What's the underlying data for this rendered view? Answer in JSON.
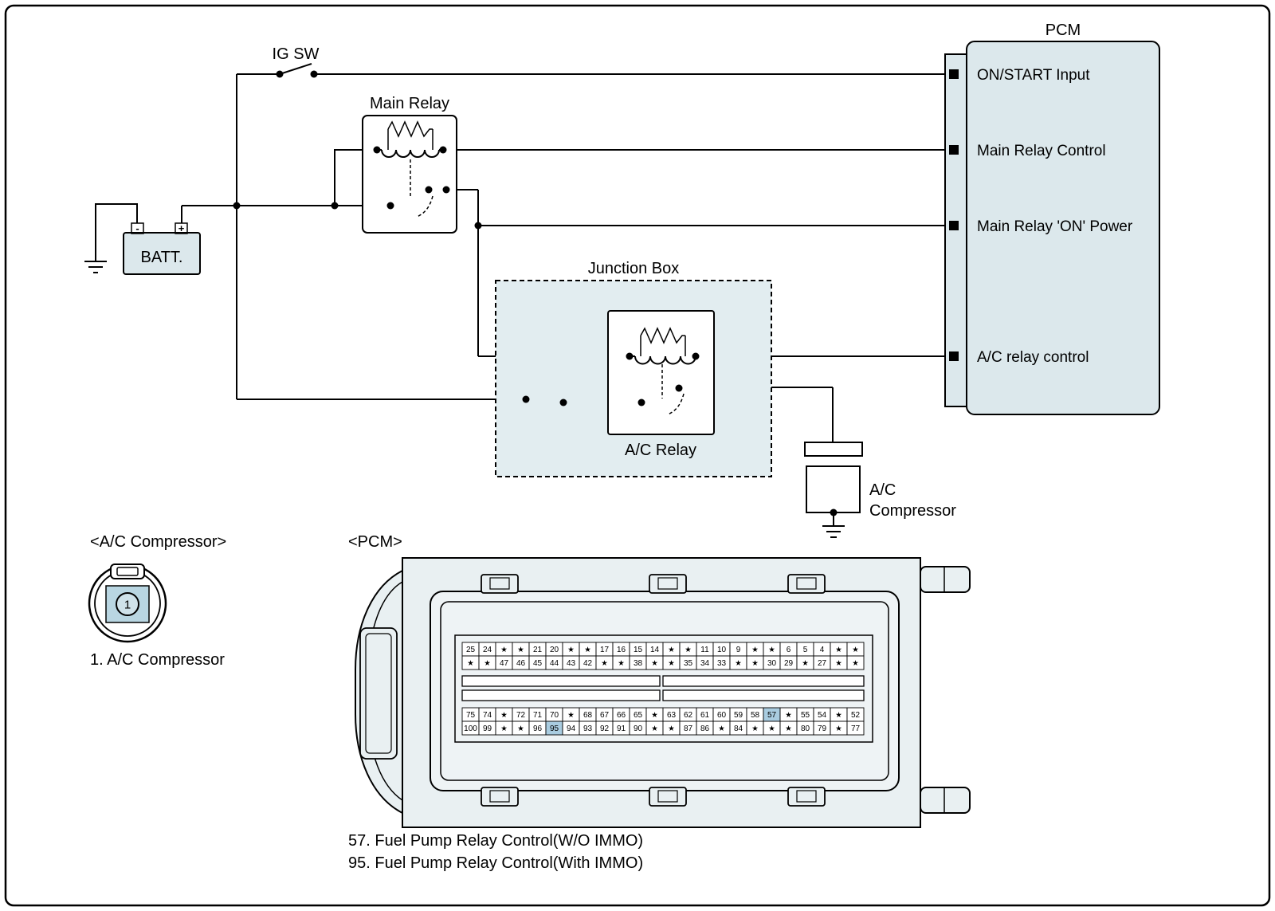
{
  "colors": {
    "box_fill": "#dce8ec",
    "junction_fill": "#e2edf0",
    "connector_fill": "#e9f0f2",
    "housing_fill": "#eef3f5",
    "pin_highlight": "#a9cce0",
    "ac_square": "#b9d6e2",
    "ac_pin_circle": "#cfe2ea",
    "line": "#000000"
  },
  "diagram": {
    "ig_sw_label": "IG SW",
    "main_relay_label": "Main Relay",
    "pcm_label": "PCM",
    "junction_box_label": "Junction Box",
    "ac_relay_label": "A/C Relay",
    "battery_label": "BATT.",
    "battery_minus": "-",
    "battery_plus": "+",
    "ac_compressor_label_line1": "A/C",
    "ac_compressor_label_line2": "Compressor",
    "pcm_pins": [
      {
        "label": "ON/START Input"
      },
      {
        "label": "Main Relay Control"
      },
      {
        "label": "Main Relay 'ON' Power"
      },
      {
        "label": "A/C relay control"
      }
    ]
  },
  "bottom": {
    "ac_connector_header": "<A/C Compressor>",
    "ac_connector_pin": "1",
    "ac_connector_caption": "1. A/C Compressor",
    "pcm_connector_header": "<PCM>",
    "captions": [
      "57. Fuel Pump Relay Control(W/O IMMO)",
      "95. Fuel Pump Relay Control(With IMMO)"
    ]
  },
  "pcm_connector": {
    "rows": {
      "row1": [
        "25",
        "24",
        "★",
        "★",
        "21",
        "20",
        "★",
        "★",
        "17",
        "16",
        "15",
        "14",
        "★",
        "★",
        "11",
        "10",
        "9",
        "★",
        "★",
        "6",
        "5",
        "4",
        "★",
        "★"
      ],
      "row2": [
        "★",
        "★",
        "47",
        "46",
        "45",
        "44",
        "43",
        "42",
        "★",
        "★",
        "38",
        "★",
        "★",
        "35",
        "34",
        "33",
        "★",
        "★",
        "30",
        "29",
        "★",
        "27",
        "★",
        "★"
      ],
      "row3": [
        "75",
        "74",
        "★",
        "72",
        "71",
        "70",
        "★",
        "68",
        "67",
        "66",
        "65",
        "★",
        "63",
        "62",
        "61",
        "60",
        "59",
        "58",
        "57",
        "★",
        "55",
        "54",
        "★",
        "52"
      ],
      "row4": [
        "100",
        "99",
        "★",
        "★",
        "96",
        "95",
        "94",
        "93",
        "92",
        "91",
        "90",
        "★",
        "★",
        "87",
        "86",
        "★",
        "84",
        "★",
        "★",
        "★",
        "80",
        "79",
        "★",
        "77"
      ]
    },
    "highlighted": [
      "57",
      "95"
    ]
  }
}
